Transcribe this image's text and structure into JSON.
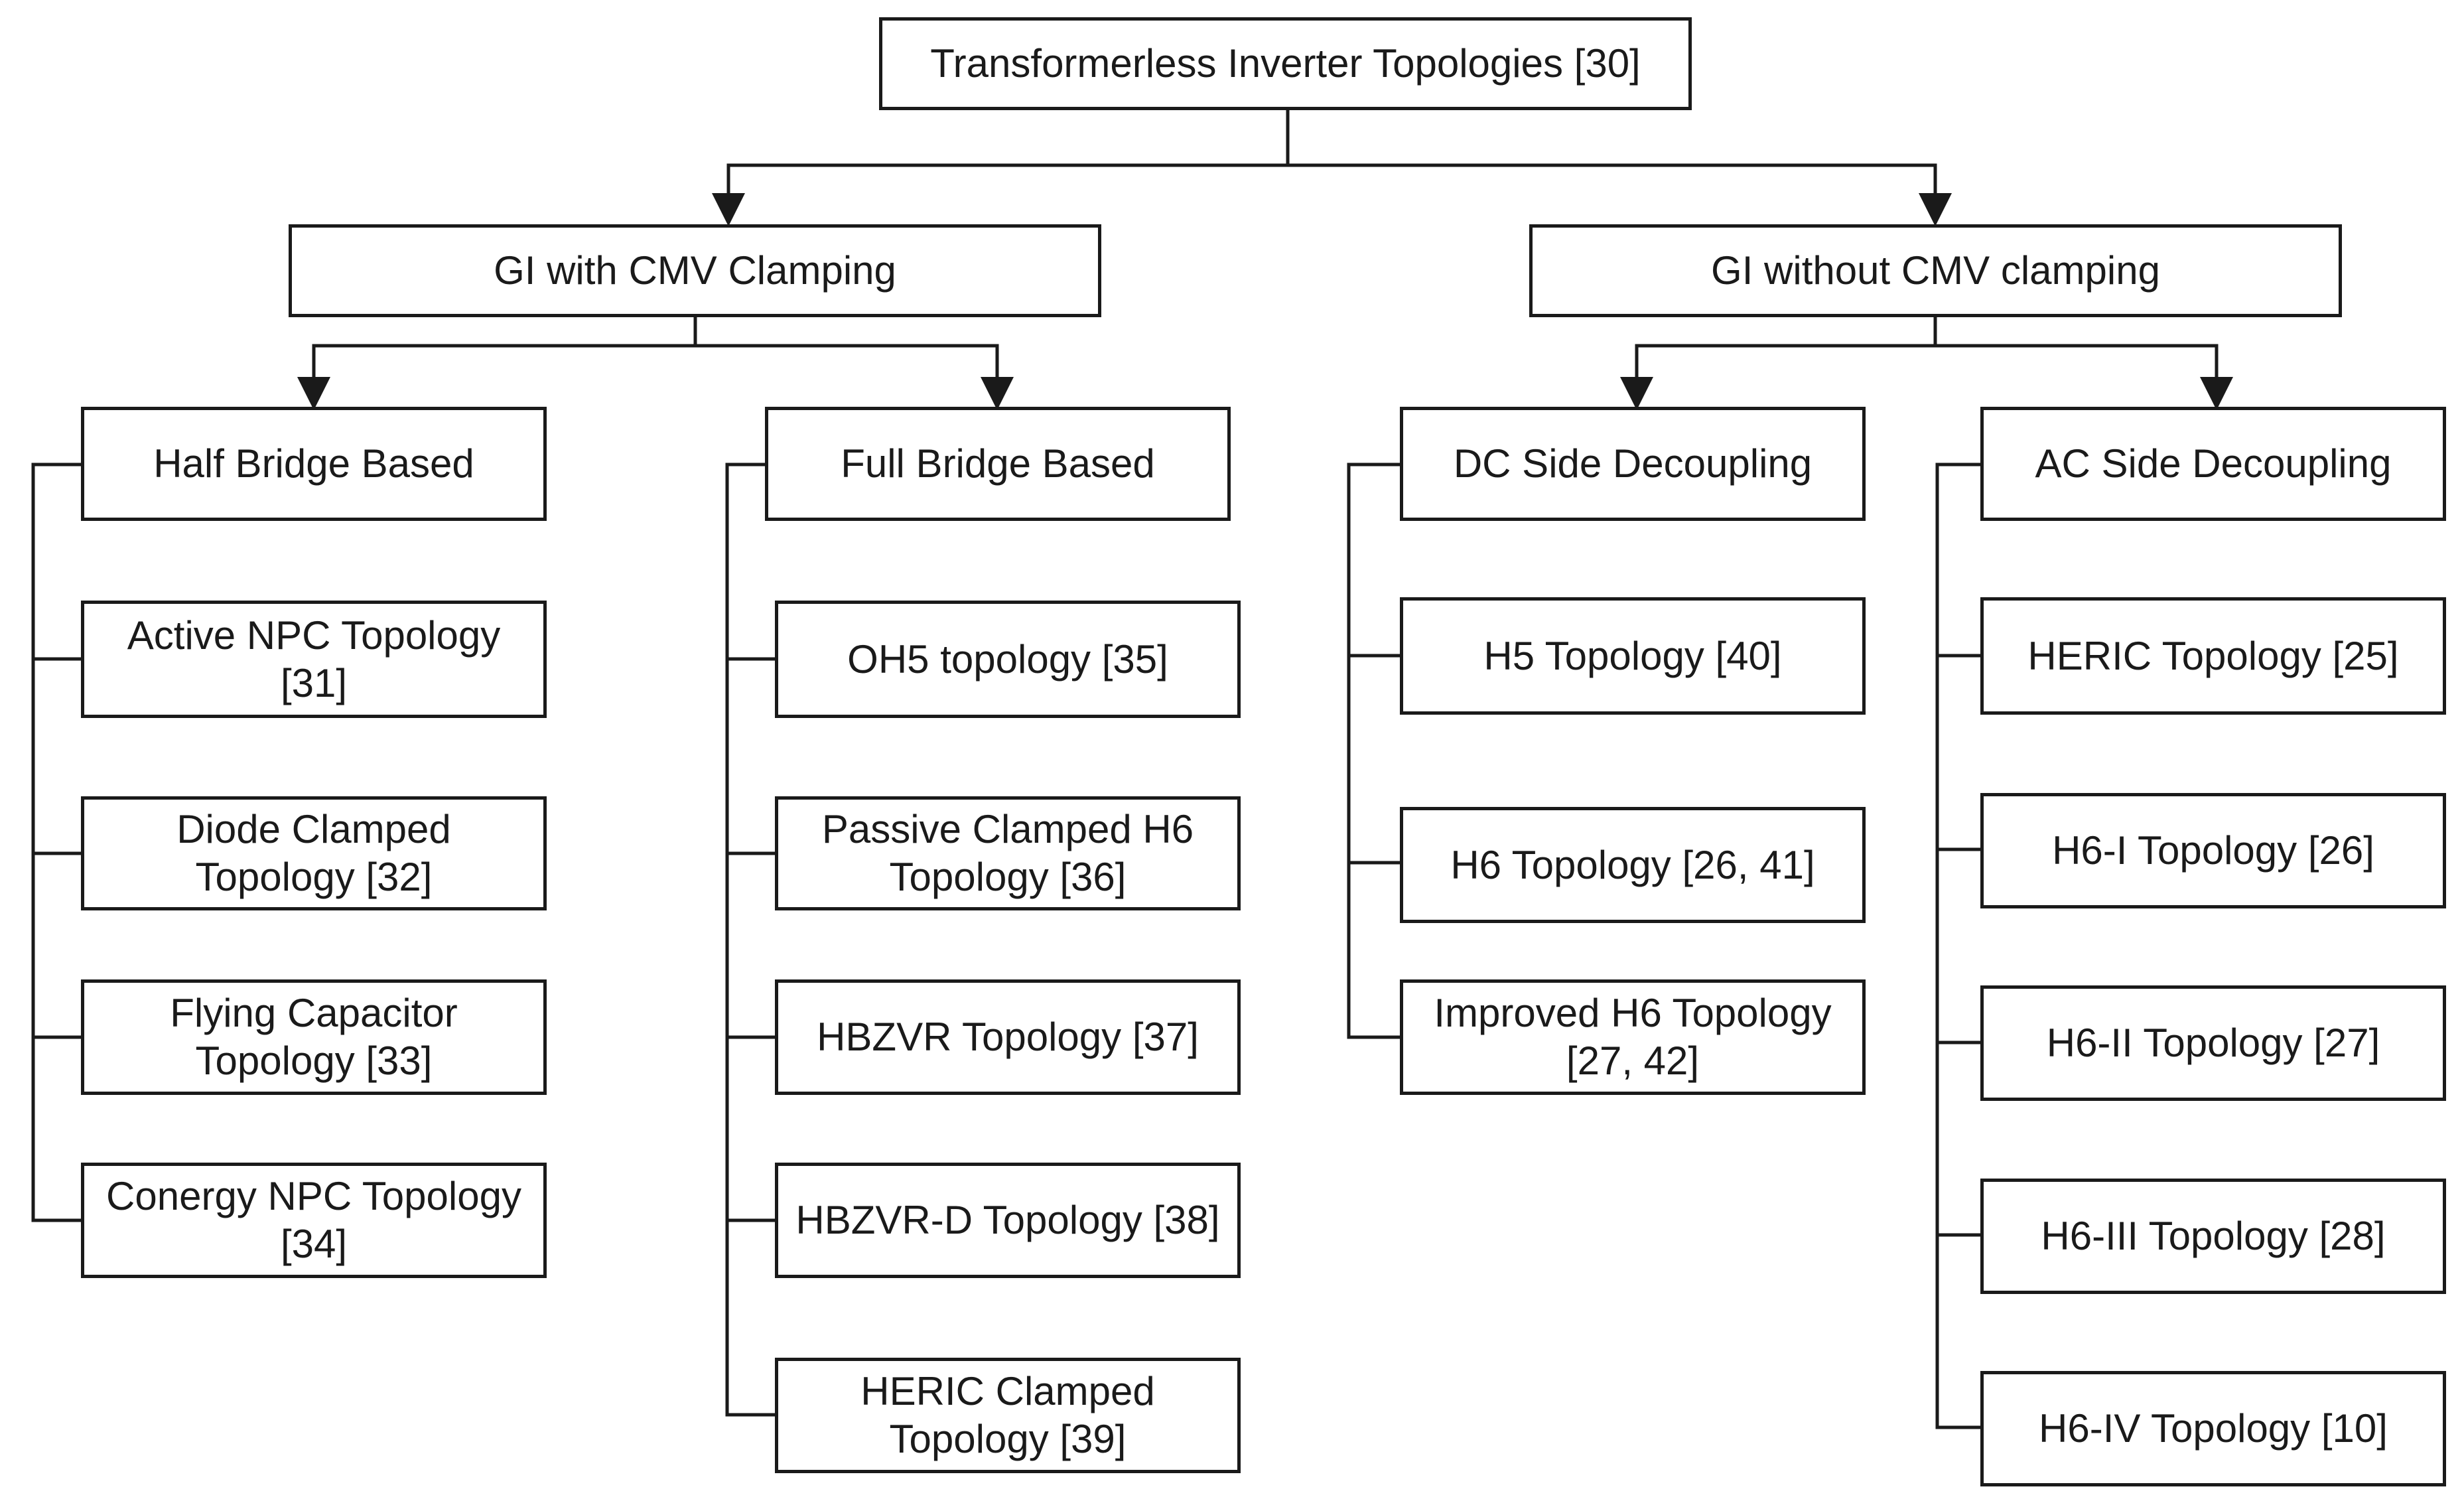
{
  "root": {
    "label": "Transformerless Inverter Topologies [30]"
  },
  "with_cmv": {
    "label": "GI with CMV Clamping",
    "half_bridge": {
      "label": "Half Bridge Based",
      "items": [
        "Active NPC Topology [31]",
        "Diode Clamped Topology [32]",
        "Flying Capacitor Topology [33]",
        "Conergy NPC Topology [34]"
      ]
    },
    "full_bridge": {
      "label": "Full Bridge Based",
      "items": [
        "OH5 topology [35]",
        "Passive Clamped H6 Topology [36]",
        "HBZVR Topology [37]",
        "HBZVR-D Topology [38]",
        "HERIC Clamped Topology [39]"
      ]
    }
  },
  "without_cmv": {
    "label": "GI without CMV clamping",
    "dc_side": {
      "label": "DC Side Decoupling",
      "items": [
        "H5 Topology [40]",
        "H6 Topology [26, 41]",
        "Improved H6 Topology [27, 42]"
      ]
    },
    "ac_side": {
      "label": "AC Side Decoupling",
      "items": [
        "HERIC Topology [25]",
        "H6-I Topology [26]",
        "H6-II Topology [27]",
        "H6-III Topology [28]",
        "H6-IV Topology [10]"
      ]
    }
  }
}
